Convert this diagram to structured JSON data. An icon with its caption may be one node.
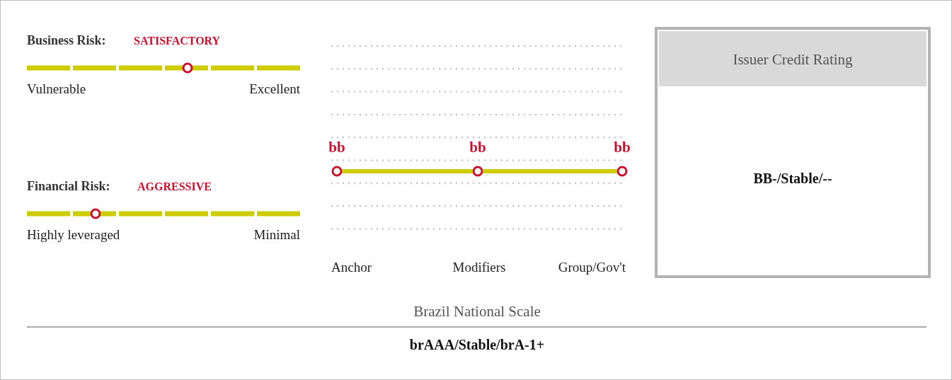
{
  "diagram": {
    "nodes": [
      {
        "text": [
          "bb"
        ]
      },
      {
        "text": [
          "bb"
        ]
      },
      {
        "text": [
          "bb"
        ]
      },
      {
        "text": [
          "Issuer Credit Rating",
          "BB-/Stable/--"
        ]
      }
    ],
    "edges": [
      {
        "from": 0,
        "to": 1,
        "arrow": "none"
      },
      {
        "from": 1,
        "to": 2,
        "arrow": "none"
      }
    ],
    "labels": [
      "Business Risk:",
      "SATISFACTORY",
      "Vulnerable",
      "Excellent",
      "Financial Risk:",
      "AGGRESSIVE",
      "Highly leveraged",
      "Minimal",
      "Anchor",
      "Modifiers",
      "Group/Gov't",
      "Brazil National Scale",
      "brAAA/Stable/brA-1+"
    ]
  }
}
